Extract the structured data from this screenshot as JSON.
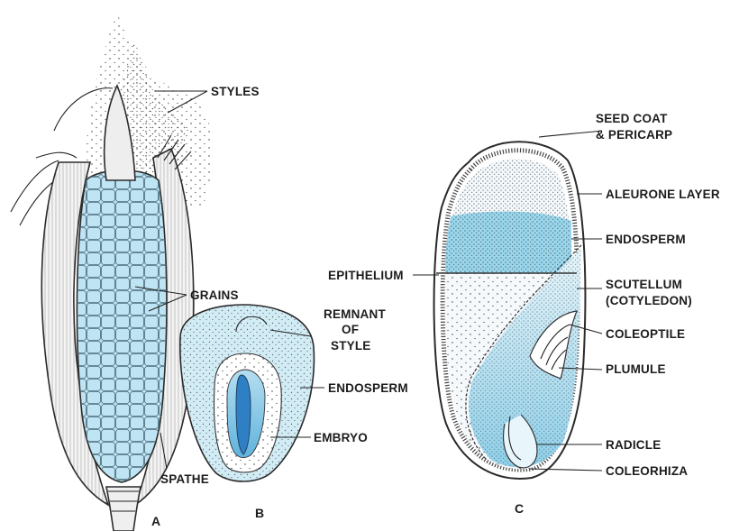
{
  "panels": {
    "a": {
      "letter": "A",
      "labels": {
        "styles": "STYLES",
        "grains": "GRAINS",
        "spathe": "SPATHE"
      }
    },
    "b": {
      "letter": "B",
      "labels": {
        "remnant_1": "REMNANT",
        "remnant_2": "OF",
        "remnant_3": "STYLE",
        "endosperm": "ENDOSPERM",
        "embryo": "EMBRYO"
      }
    },
    "c": {
      "letter": "C",
      "labels": {
        "seed_coat_1": "SEED COAT",
        "seed_coat_2": "& PERICARP",
        "aleurone": "ALEURONE LAYER",
        "endosperm": "ENDOSPERM",
        "epithelium": "EPITHELIUM",
        "scutellum_1": "SCUTELLUM",
        "scutellum_2": "(COTYLEDON)",
        "coleoptile": "COLEOPTILE",
        "plumule": "PLUMULE",
        "radicle": "RADICLE",
        "coleorhiza": "COLEORHIZA"
      }
    }
  },
  "colors": {
    "tissue_blue": "#a9d9ec",
    "tissue_blue_light": "#d6eef7",
    "embryo_blue": "#3b86c7",
    "ink": "#1c1c1c"
  }
}
